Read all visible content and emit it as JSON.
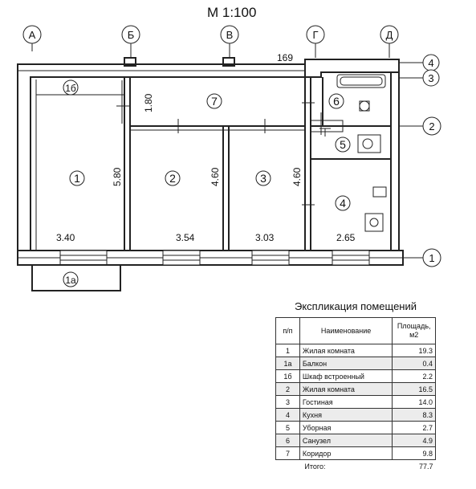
{
  "scale": "М 1:100",
  "axes_letters": [
    "А",
    "Б",
    "В",
    "Г",
    "Д"
  ],
  "axes_numbers": [
    "4",
    "3",
    "2",
    "1"
  ],
  "rooms": {
    "r1": "1",
    "r1a": "1а",
    "r1b": "1б",
    "r2": "2",
    "r3": "3",
    "r4": "4",
    "r5": "5",
    "r6": "6",
    "r7": "7"
  },
  "dimensions": {
    "d169": "169",
    "d180": "1.80",
    "d580": "5.80",
    "d460a": "4.60",
    "d460b": "4.60",
    "d340": "3.40",
    "d354": "3.54",
    "d303": "3.03",
    "d265": "2.65"
  },
  "legend": {
    "title": "Экспликация помещений",
    "col_num": "п/п",
    "col_name": "Наименование",
    "col_area": "Площадь, м2",
    "rows": [
      {
        "num": "1",
        "name": "Жилая комната",
        "area": "19.3"
      },
      {
        "num": "1а",
        "name": "Балкон",
        "area": "0.4"
      },
      {
        "num": "1б",
        "name": "Шкаф встроенный",
        "area": "2.2"
      },
      {
        "num": "2",
        "name": "Жилая комната",
        "area": "16.5"
      },
      {
        "num": "3",
        "name": "Гостиная",
        "area": "14.0"
      },
      {
        "num": "4",
        "name": "Кухня",
        "area": "8.3"
      },
      {
        "num": "5",
        "name": "Уборная",
        "area": "2.7"
      },
      {
        "num": "6",
        "name": "Санузел",
        "area": "4.9"
      },
      {
        "num": "7",
        "name": "Коридор",
        "area": "9.8"
      }
    ],
    "total_label": "Итого:",
    "total_value": "77.7"
  }
}
